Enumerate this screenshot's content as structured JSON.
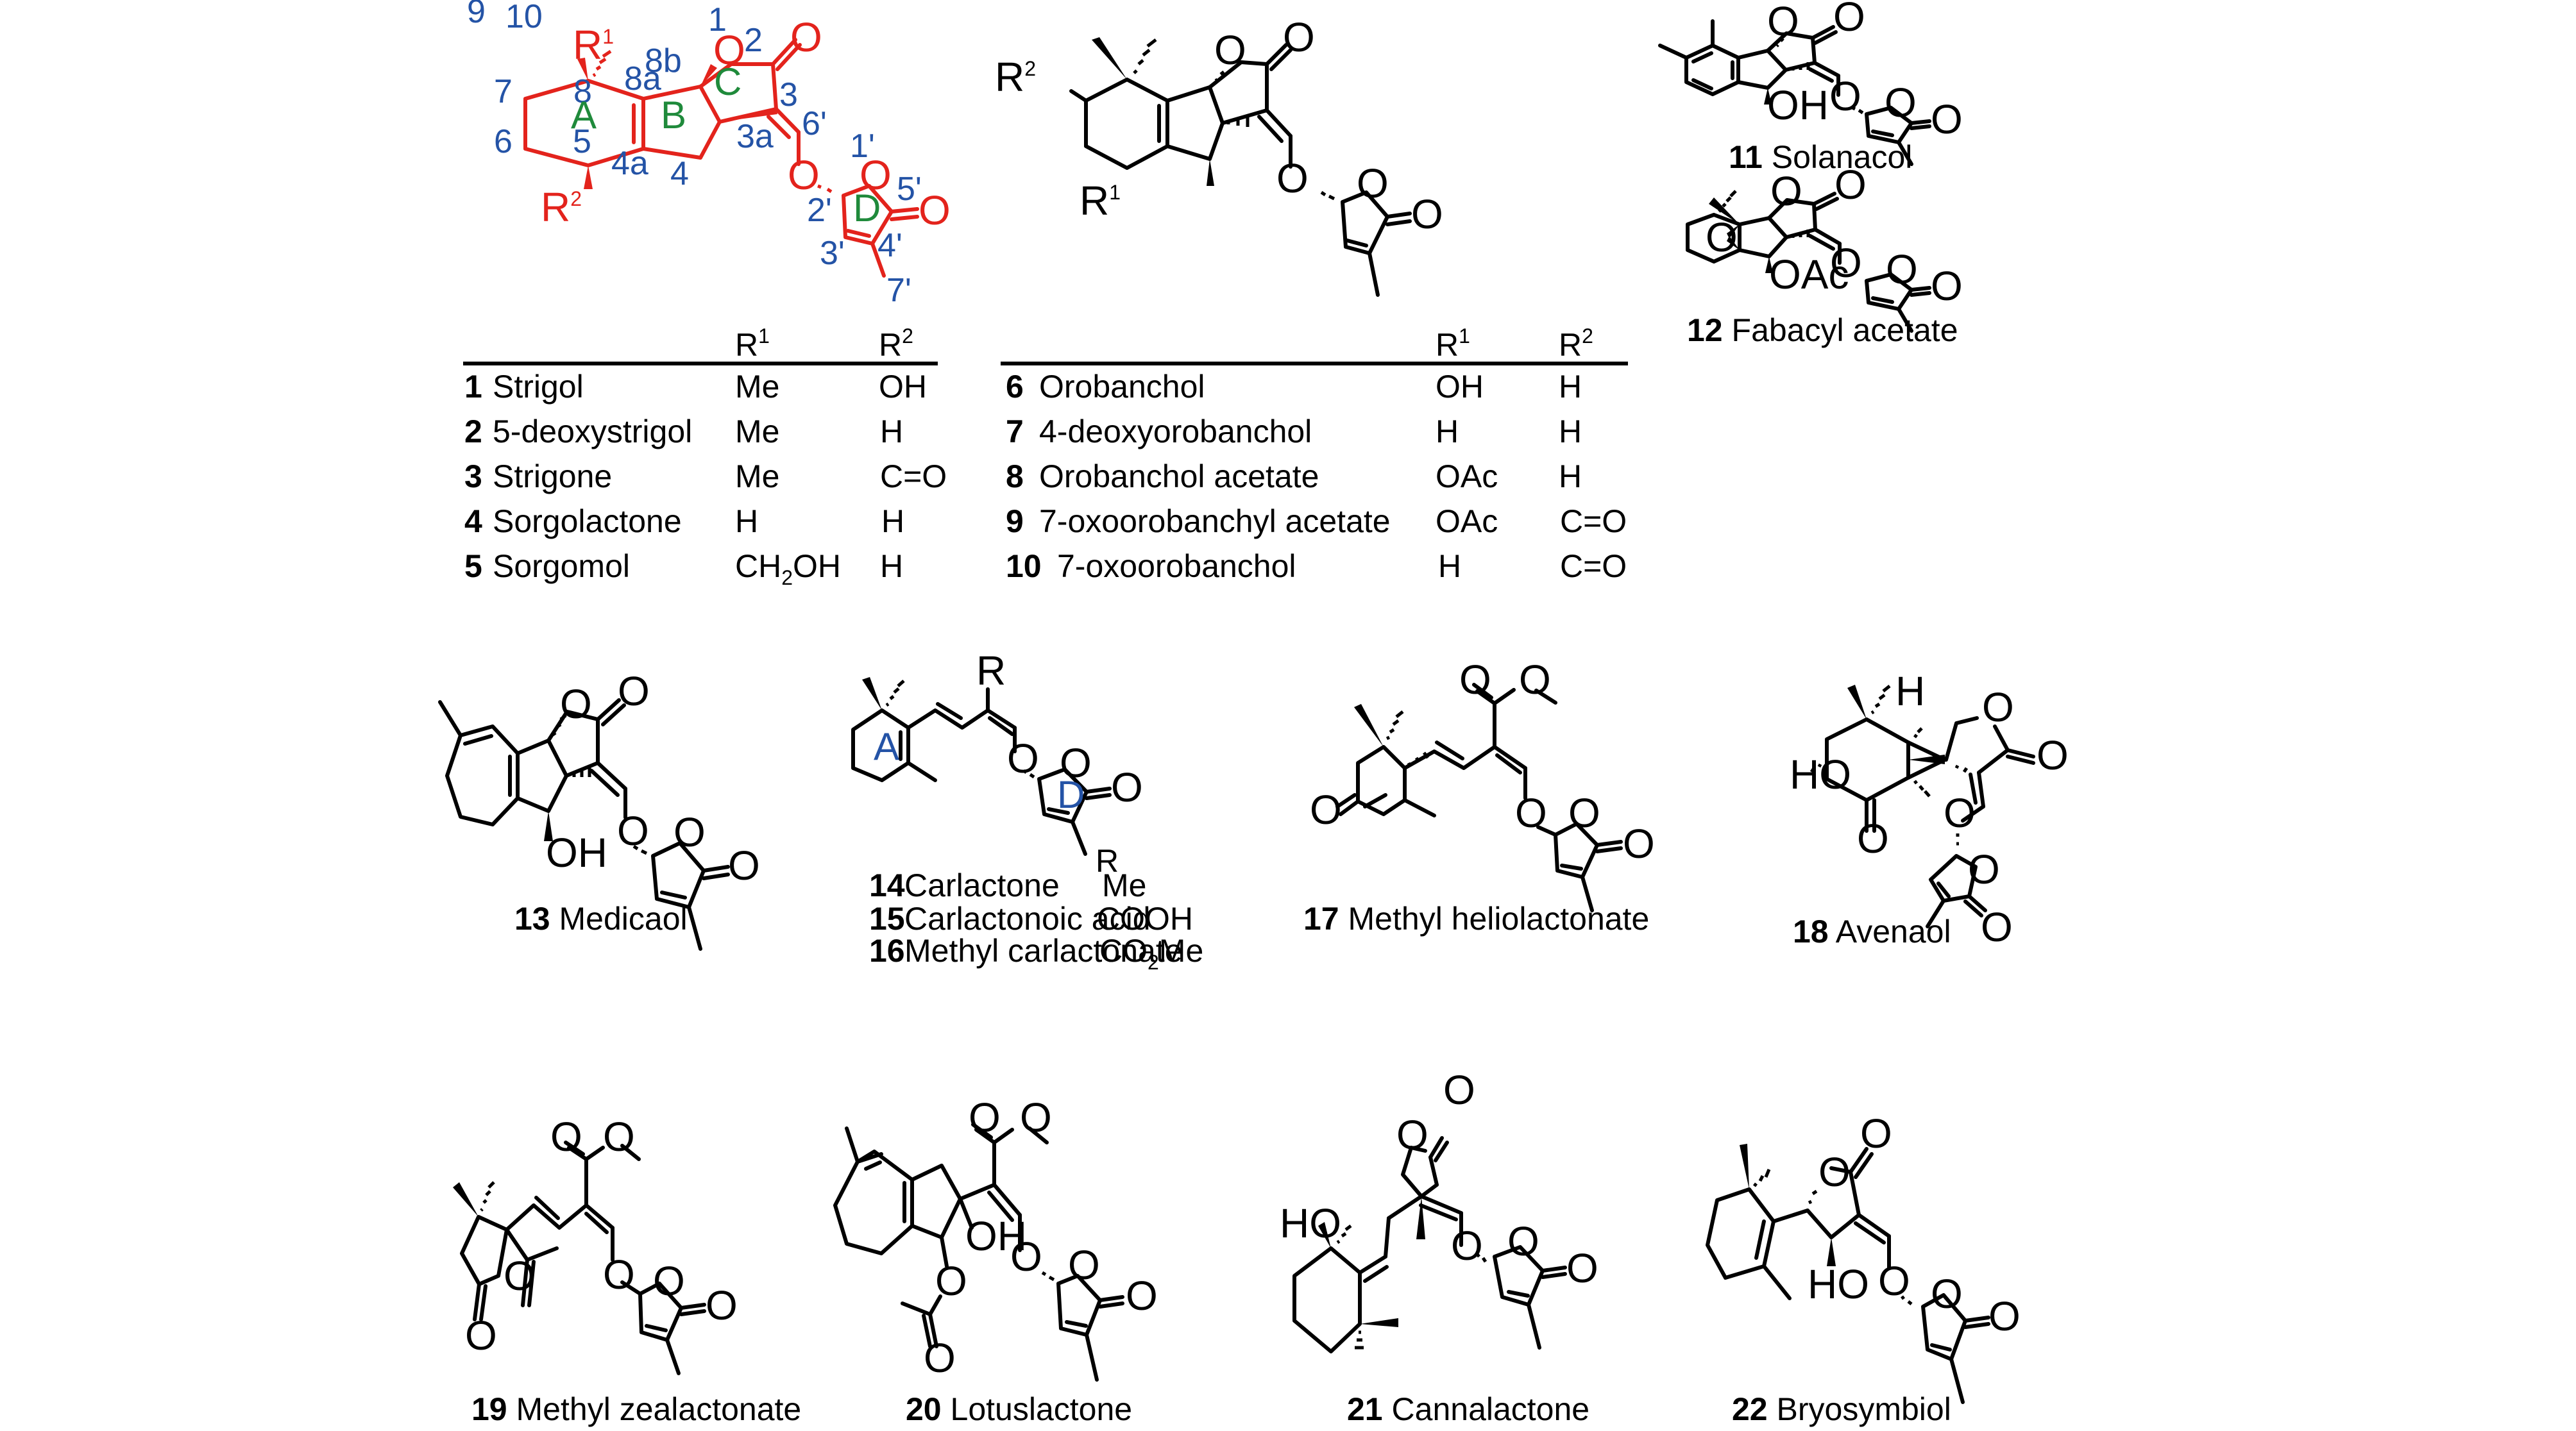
{
  "colors": {
    "core_structure": "#e3231c",
    "atom_numbering": "#2453a6",
    "ring_labels": "#1f8a3b",
    "default": "#000000"
  },
  "core_scaffold": {
    "r1_label": "R",
    "r1_sup": "1",
    "r2_label": "R",
    "r2_sup": "2",
    "ring_labels": [
      "A",
      "B",
      "C",
      "D"
    ],
    "atom_numbers": [
      "9",
      "10",
      "1",
      "2",
      "8b",
      "8a",
      "8",
      "7",
      "3",
      "A",
      "B",
      "C",
      "6'",
      "6",
      "5",
      "3a",
      "1'",
      "4a",
      "4",
      "5'",
      "2'",
      "D",
      "3'",
      "4'",
      "7'"
    ],
    "oxygen": "O"
  },
  "table_strigol": {
    "header_r1": "R",
    "header_r1_sup": "1",
    "header_r2": "R",
    "header_r2_sup": "2",
    "rows": [
      {
        "num": "1",
        "name": "Strigol",
        "r1": "Me",
        "r2": "OH"
      },
      {
        "num": "2",
        "name": "5-deoxystrigol",
        "r1": "Me",
        "r2": "H"
      },
      {
        "num": "3",
        "name": "Strigone",
        "r1": "Me",
        "r2": "C=O"
      },
      {
        "num": "4",
        "name": "Sorgolactone",
        "r1": "H",
        "r2": "H"
      },
      {
        "num": "5",
        "name": "Sorgomol",
        "r1_main": "CH",
        "r1_sub": "2",
        "r1_tail": "OH",
        "r2": "H"
      }
    ]
  },
  "orobanchol_scaffold": {
    "r1": "R",
    "r1_sup": "1",
    "r2": "R",
    "r2_sup": "2",
    "oxygen": "O"
  },
  "table_orobanchol": {
    "header_r1": "R",
    "header_r1_sup": "1",
    "header_r2": "R",
    "header_r2_sup": "2",
    "rows": [
      {
        "num": "6",
        "name": "Orobanchol",
        "r1": "OH",
        "r2": "H"
      },
      {
        "num": "7",
        "name": "4-deoxyorobanchol",
        "r1": "H",
        "r2": "H"
      },
      {
        "num": "8",
        "name": "Orobanchol acetate",
        "r1": "OAc",
        "r2": "H"
      },
      {
        "num": "9",
        "name": "7-oxoorobanchyl acetate",
        "r1": "OAc",
        "r2": "C=O"
      },
      {
        "num": "10",
        "name": "7-oxoorobanchol",
        "r1": "H",
        "r2": "C=O"
      }
    ]
  },
  "compounds": [
    {
      "num": "11",
      "name": "Solanacol",
      "substituents": [
        "OH"
      ]
    },
    {
      "num": "12",
      "name": "Fabacyl acetate",
      "substituents": [
        "OAc",
        "O"
      ]
    },
    {
      "num": "13",
      "name": "Medicaol",
      "substituents": [
        "OH"
      ]
    },
    {
      "num": "17",
      "name": "Methyl heliolactonate",
      "substituents": []
    },
    {
      "num": "18",
      "name": "Avenaol",
      "substituents": [
        "HO",
        "H"
      ]
    },
    {
      "num": "19",
      "name": "Methyl zealactonate",
      "substituents": []
    },
    {
      "num": "20",
      "name": "Lotuslactone",
      "substituents": [
        "OH"
      ]
    },
    {
      "num": "21",
      "name": "Cannalactone",
      "substituents": [
        "HO"
      ]
    },
    {
      "num": "22",
      "name": "Bryosymbiol",
      "substituents": [
        "HO"
      ]
    }
  ],
  "carlactone_group": {
    "r_label": "R",
    "ring_a": "A",
    "ring_d": "D",
    "header_r": "R",
    "rows": [
      {
        "num": "14",
        "name": "Carlactone",
        "r": "Me"
      },
      {
        "num": "15",
        "name": "Carlactonoic acid",
        "r": "COOH"
      },
      {
        "num": "16",
        "name": "Methyl carlactonate",
        "r_main": "CO",
        "r_sub": "2",
        "r_tail": "Me"
      }
    ]
  },
  "atoms": {
    "O": "O",
    "H": "H",
    "OH": "OH",
    "HO": "HO",
    "OAc": "OAc"
  }
}
